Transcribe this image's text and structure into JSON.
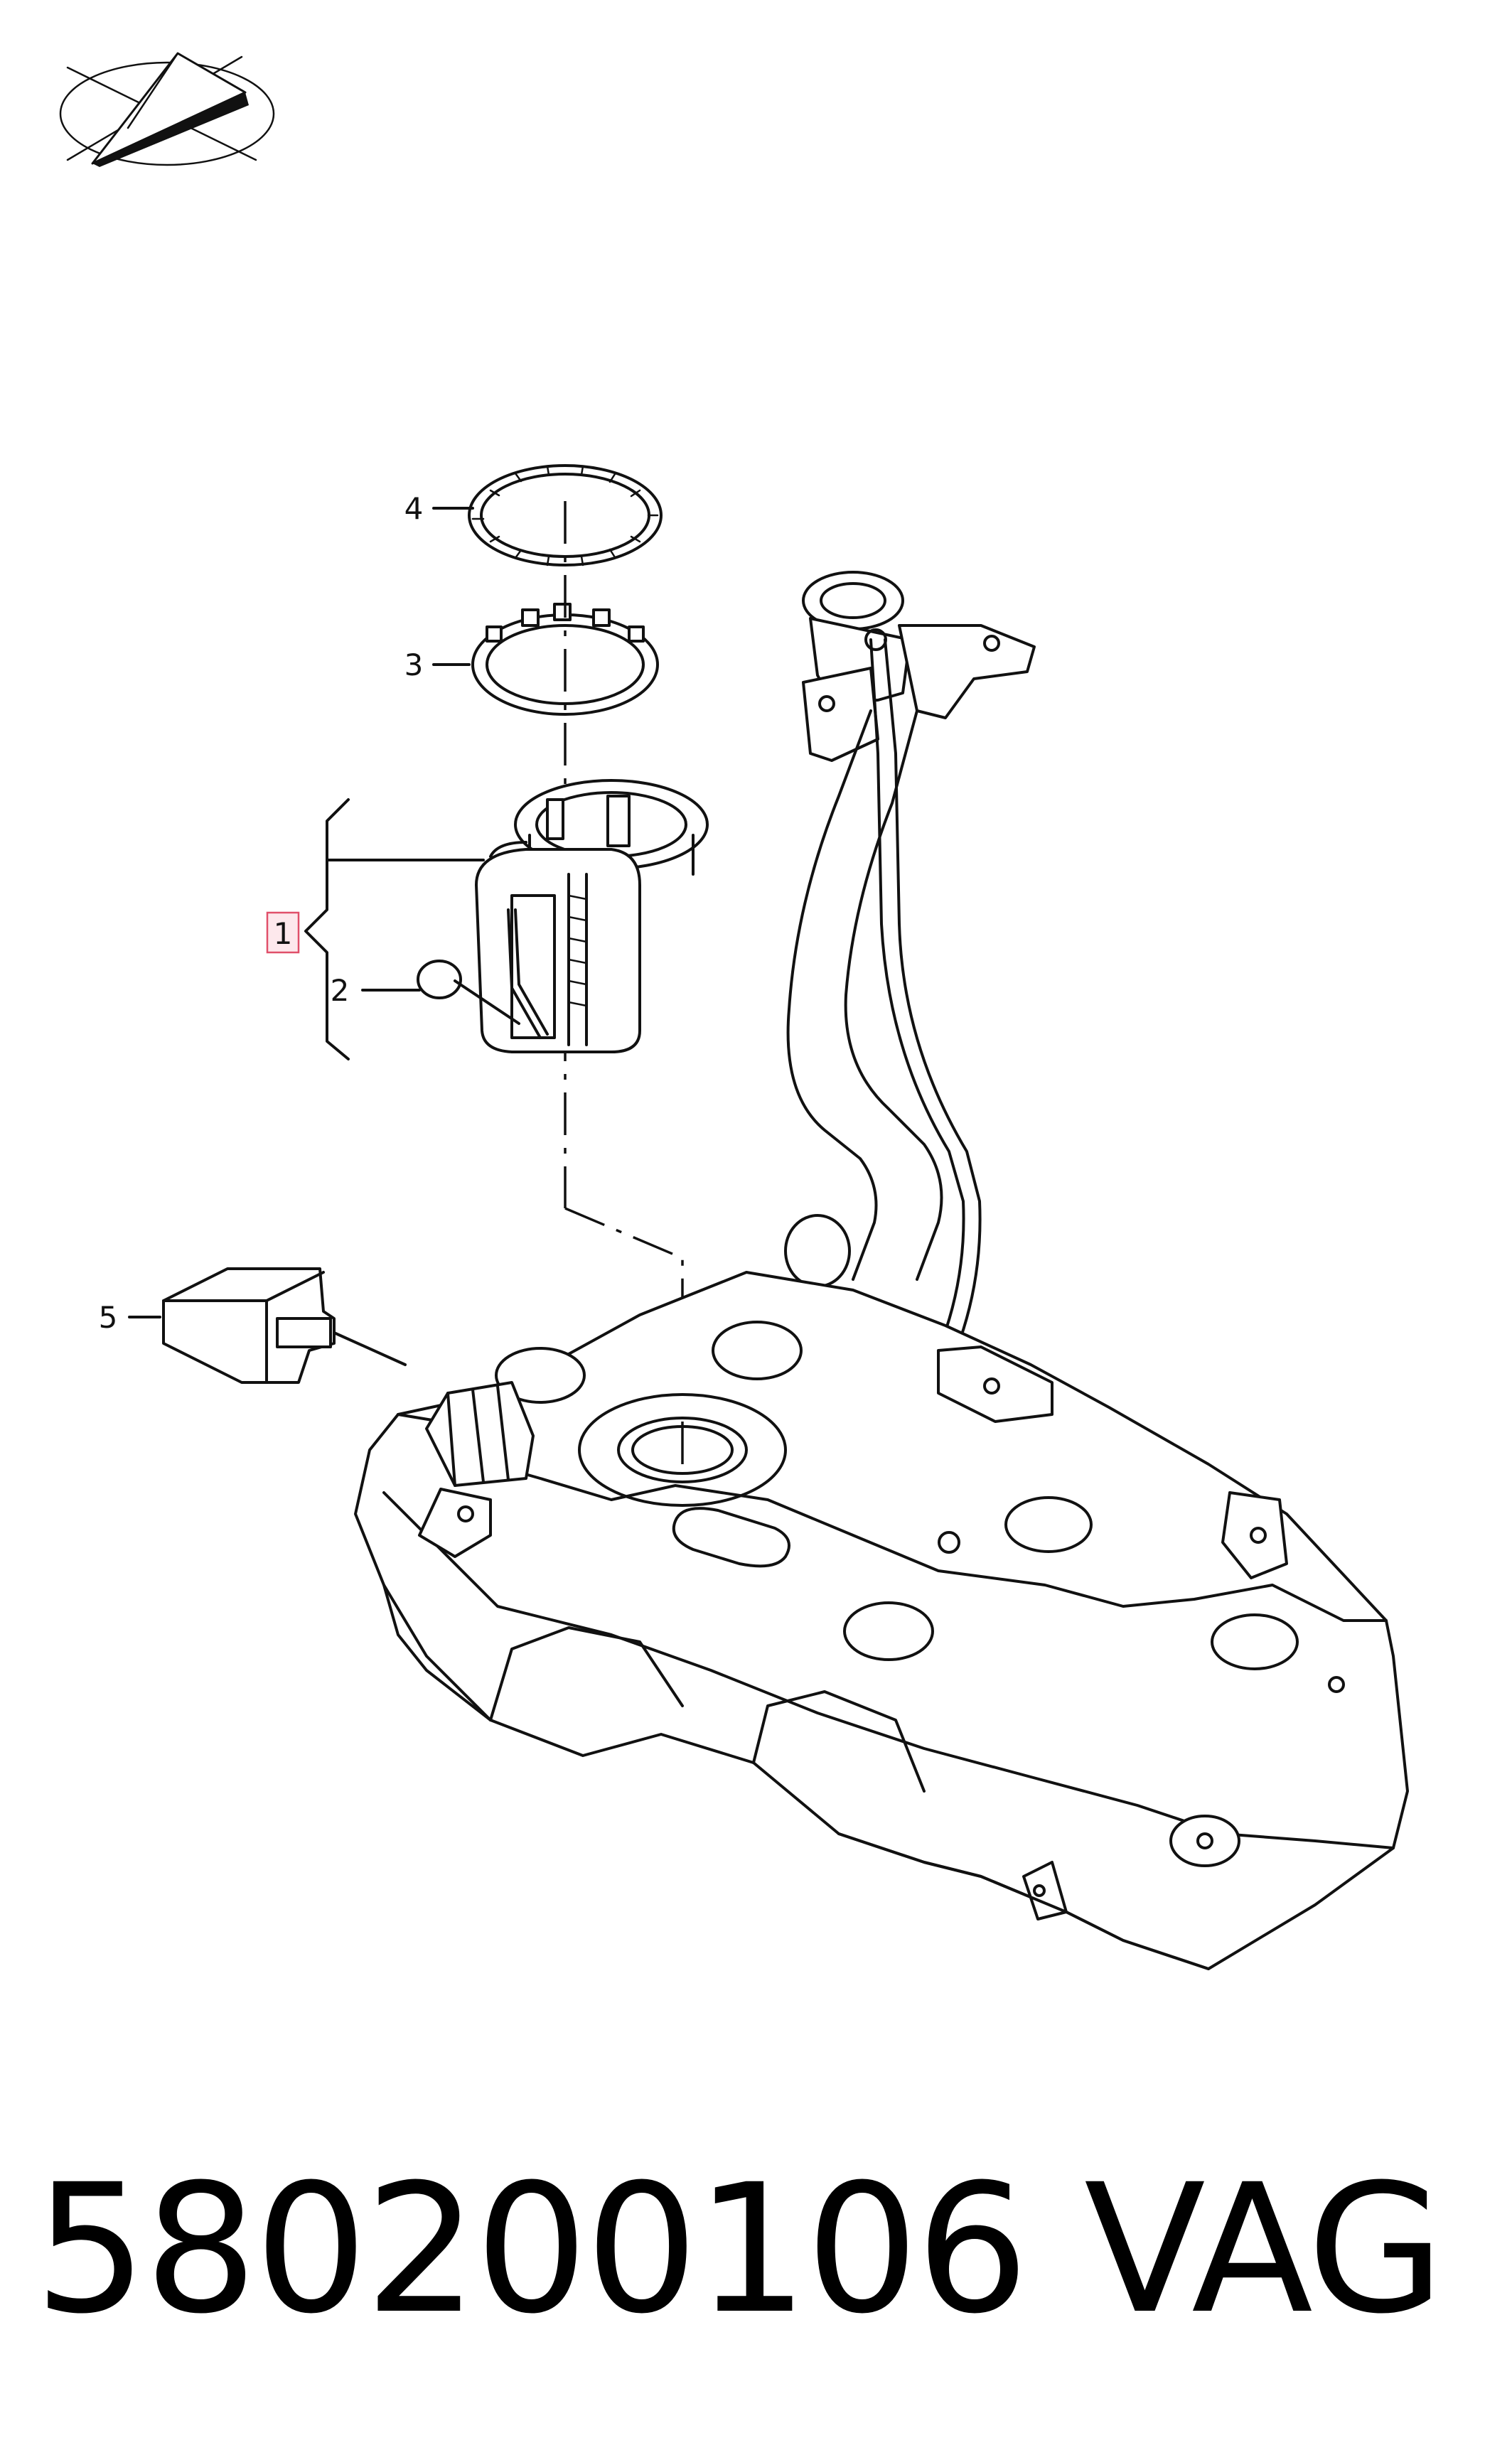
{
  "callouts": [
    {
      "id": "1",
      "label": "1",
      "highlighted": true
    },
    {
      "id": "2",
      "label": "2",
      "highlighted": false
    },
    {
      "id": "3",
      "label": "3",
      "highlighted": false
    },
    {
      "id": "4",
      "label": "4",
      "highlighted": false
    },
    {
      "id": "5",
      "label": "5",
      "highlighted": false
    }
  ],
  "footer": {
    "part_number": "580200106",
    "brand": "VAG"
  },
  "colors": {
    "line": "#111111",
    "highlight_border": "#e0506a",
    "highlight_fill": "#fde8ec",
    "background": "#ffffff"
  },
  "icons": {
    "logo": "compass-plane-logo"
  }
}
